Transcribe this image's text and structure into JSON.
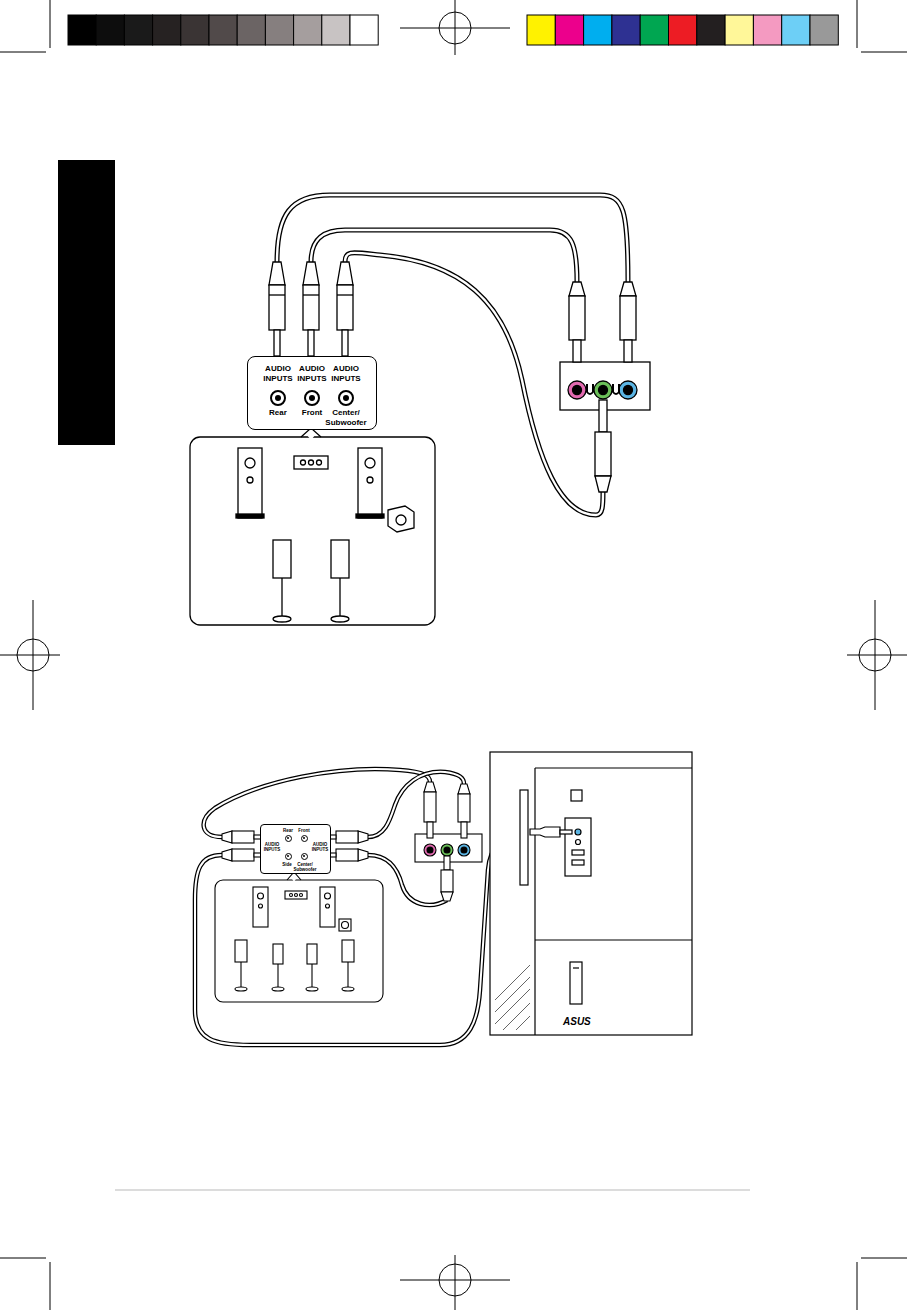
{
  "diagram": {
    "nodes": [
      {
        "text": [
          "AUDIO INPUTS",
          "AUDIO INPUTS",
          "AUDIO INPUTS",
          "Rear",
          "Front",
          "Center/ Subwoofer"
        ]
      },
      {
        "text": [
          "Rear",
          "Front",
          "AUDIO INPUTS",
          "AUDIO INPUTS",
          "Side",
          "Center/ Subwoofer"
        ]
      }
    ],
    "labels": [
      "ASUS"
    ]
  }
}
